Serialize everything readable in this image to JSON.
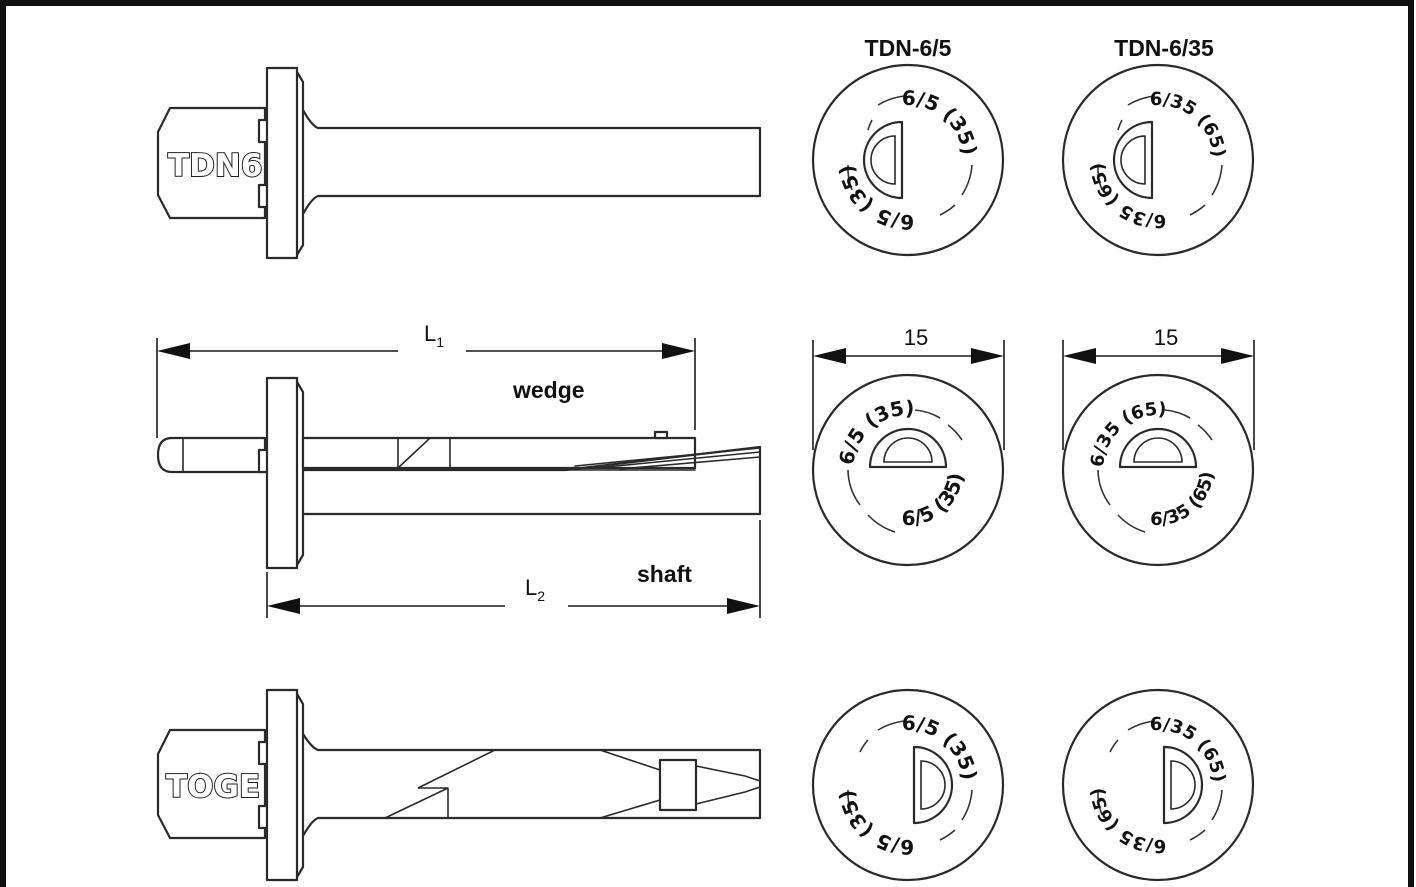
{
  "labels": {
    "top_anchor_text": "TDN6",
    "bottom_anchor_text": "TOGE",
    "dim_l1_main": "L",
    "dim_l1_sub": "1",
    "dim_l2_main": "L",
    "dim_l2_sub": "2",
    "wedge": "wedge",
    "shaft": "shaft",
    "col1_title": "TDN-6/5",
    "col2_title": "TDN-6/35",
    "dim_15_a": "15",
    "dim_15_b": "15"
  },
  "heads": {
    "row1_col1_upper": "6/5 (35)",
    "row1_col1_lower": "6/5 (35)",
    "row1_col2_upper": "6/35 (65)",
    "row1_col2_lower": "6/35 (65)",
    "row2_col1_upper": "6/5 (35)",
    "row2_col1_lower": "6/5 (35)",
    "row2_col2_upper": "6/35 (65)",
    "row2_col2_lower": "6/35 (65)",
    "row3_col1_upper": "6/5 (35)",
    "row3_col1_lower": "6/5 (35)",
    "row3_col2_upper": "6/35 (65)",
    "row3_col2_lower": "6/35 (65)"
  }
}
